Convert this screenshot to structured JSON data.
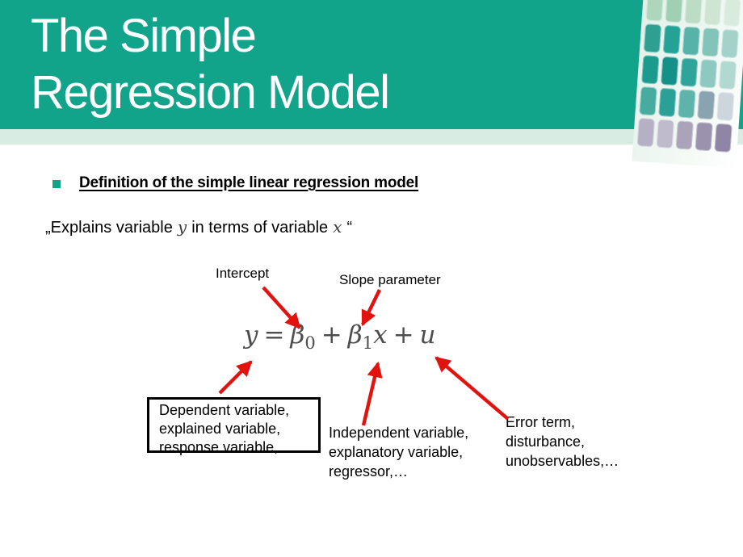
{
  "title": {
    "line1": "The Simple",
    "line2": "Regression Model"
  },
  "content": {
    "heading": "Definition of the simple linear regression model",
    "quote": {
      "open": "„",
      "part1": "Explains variable",
      "var1": "y",
      "part2": "in terms of variable",
      "var2": "x",
      "close": "“"
    }
  },
  "diagram": {
    "intercept_label": "Intercept",
    "slope_label": "Slope parameter",
    "formula": {
      "lhs": "y",
      "eq": "=",
      "beta0": "β",
      "sub0": "0",
      "plus1": "+",
      "beta1": "β",
      "sub1": "1",
      "x": "x",
      "plus2": "+",
      "u": "u"
    },
    "dependent_label": {
      "line1": "Dependent variable,",
      "line2": "explained variable,",
      "line3": "response variable,…"
    },
    "independent_label": {
      "line1": "Independent variable,",
      "line2": "explanatory variable,",
      "line3": "regressor,…"
    },
    "error_label": {
      "line1": "Error term,",
      "line2": "disturbance,",
      "line3": "unobservables,…"
    }
  },
  "colors": {
    "header_teal": "#12a38b",
    "band_light": "#d9ece3",
    "arrow_red": "#e2130e",
    "formula_gray": "#4d4d4d"
  },
  "decor": {
    "mosaic_tiles": [
      "#aed6bd",
      "#9fd0b4",
      "#bcdcc6",
      "#cde5d2",
      "#d9ebdc",
      "#2f9f93",
      "#24a296",
      "#57b3a9",
      "#82c3ba",
      "#a3d2ca",
      "#1d9a8e",
      "#149089",
      "#2fa49a",
      "#8ec9c1",
      "#b2d8d2",
      "#47aba0",
      "#2aa096",
      "#5eb3aa",
      "#8aa3b0",
      "#ccd6dc",
      "#b6b0c4",
      "#c0bacd",
      "#aaa3b9",
      "#9b93ad",
      "#8e86a4"
    ]
  }
}
